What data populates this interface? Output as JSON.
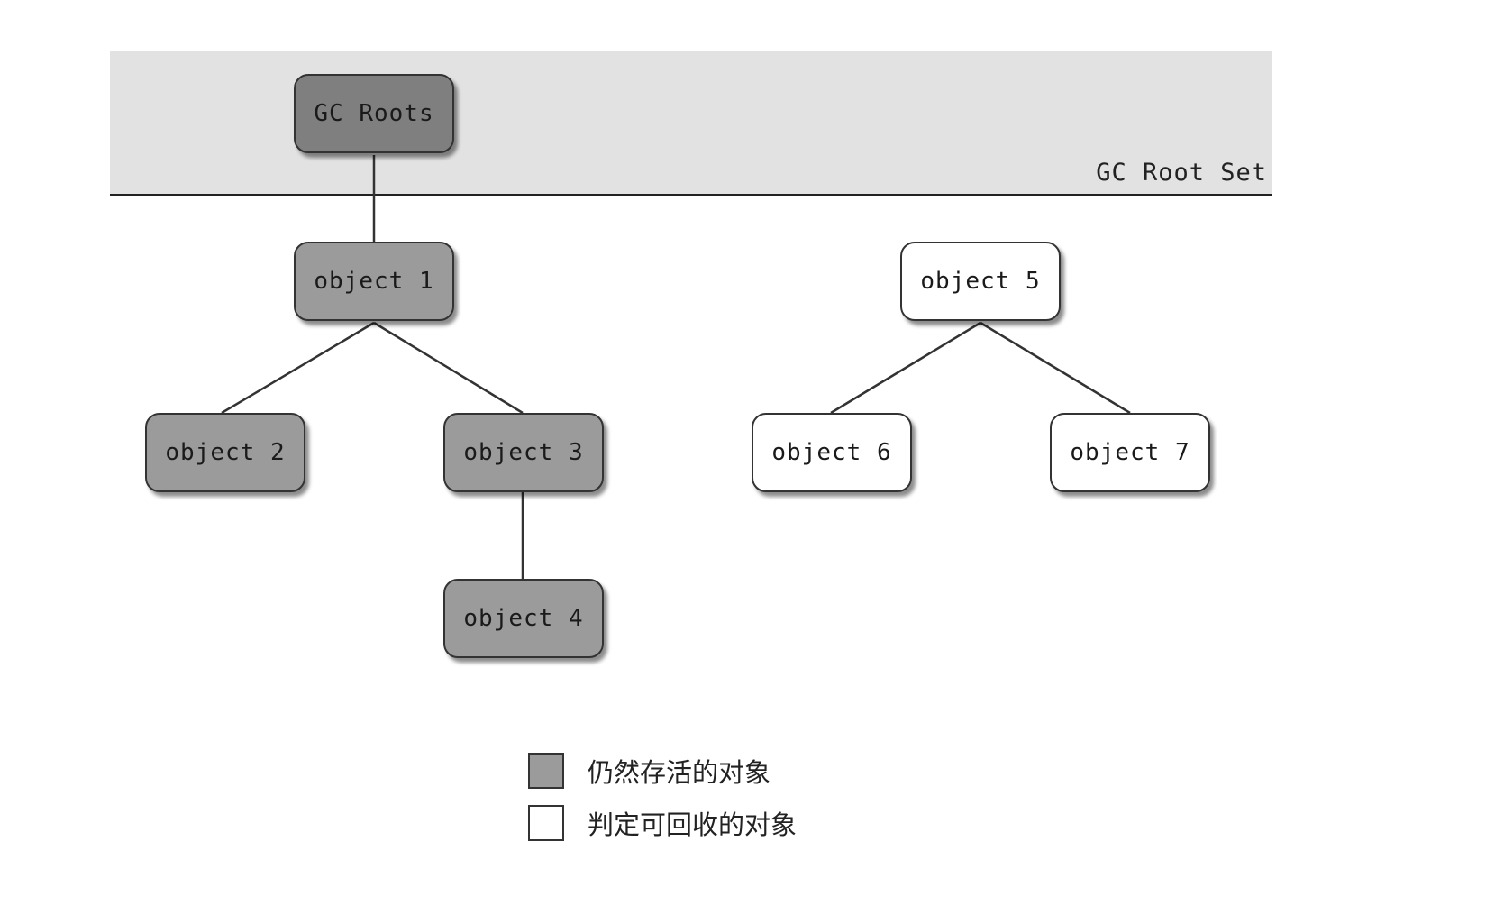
{
  "root_set": {
    "label": "GC Root Set",
    "band_color": "#e2e2e2"
  },
  "nodes": {
    "gc_roots": {
      "label": "GC Roots",
      "status": "root"
    },
    "object1": {
      "label": "object 1",
      "status": "alive"
    },
    "object2": {
      "label": "object 2",
      "status": "alive"
    },
    "object3": {
      "label": "object 3",
      "status": "alive"
    },
    "object4": {
      "label": "object 4",
      "status": "alive"
    },
    "object5": {
      "label": "object 5",
      "status": "collectable"
    },
    "object6": {
      "label": "object 6",
      "status": "collectable"
    },
    "object7": {
      "label": "object 7",
      "status": "collectable"
    }
  },
  "edges": [
    [
      "gc_roots",
      "object1"
    ],
    [
      "object1",
      "object2"
    ],
    [
      "object1",
      "object3"
    ],
    [
      "object3",
      "object4"
    ],
    [
      "object5",
      "object6"
    ],
    [
      "object5",
      "object7"
    ]
  ],
  "legend": {
    "items": [
      {
        "label": "仍然存活的对象",
        "color": "#9b9b9b"
      },
      {
        "label": "判定可回收的对象",
        "color": "#ffffff"
      }
    ]
  },
  "colors": {
    "root_node": "#7f7f7f",
    "alive_node": "#9b9b9b",
    "collectable_node": "#ffffff",
    "edge": "#333333"
  }
}
